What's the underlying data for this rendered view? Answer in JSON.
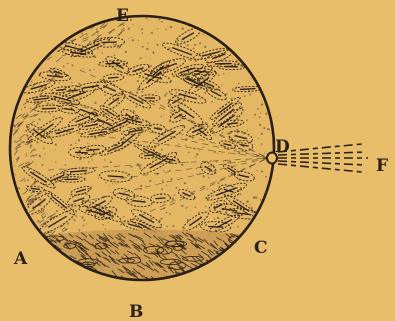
{
  "figure": {
    "background": "#e9be6a",
    "ink": "#2a1f14",
    "shading_ink": "#4a3b2a",
    "labels": {
      "top": "E",
      "right_point": "D",
      "jet_end": "F",
      "lower_right": "C",
      "bottom": "B",
      "lower_left": "A"
    },
    "icons": [
      "sphere-icon",
      "jet-icon",
      "cell-pattern-icon",
      "sediment-hatching-icon"
    ]
  }
}
